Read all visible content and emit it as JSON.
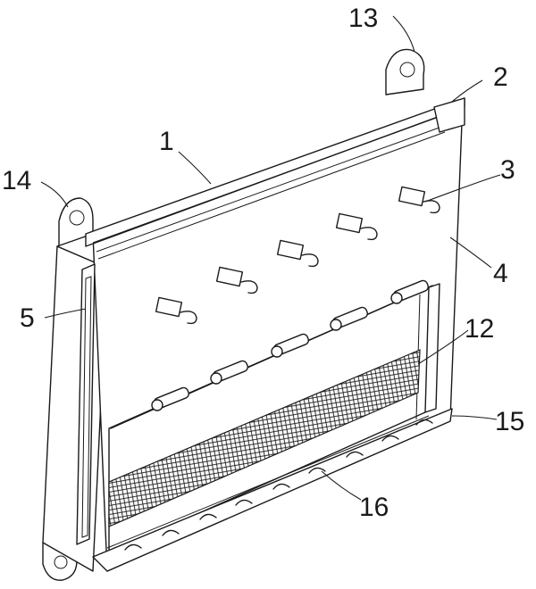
{
  "figure": {
    "labels": {
      "l1": "1",
      "l2": "2",
      "l3": "3",
      "l4": "4",
      "l5": "5",
      "l12": "12",
      "l13": "13",
      "l14": "14",
      "l15": "15",
      "l16": "16"
    }
  }
}
